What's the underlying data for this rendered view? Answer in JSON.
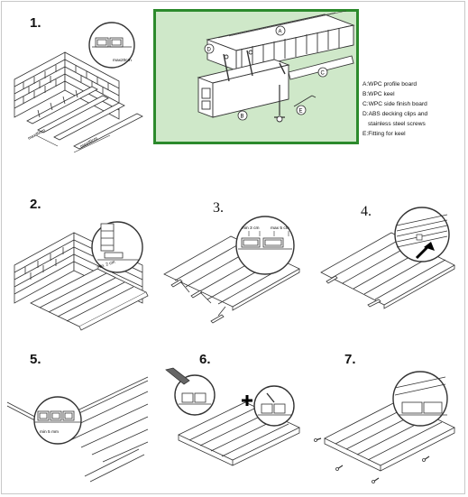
{
  "steps": [
    "1.",
    "2.",
    "3.",
    "4.",
    "5.",
    "6.",
    "7."
  ],
  "legend": [
    "A:WPC profile board",
    "B:WPC keel",
    "C:WPC side finish board",
    "D:ABS decking clips and",
    "stainless steel screws",
    "E:Fitting for keel"
  ],
  "callouts": {
    "a": "A",
    "b": "B",
    "c": "C",
    "d": "D",
    "e": "E"
  },
  "dimensions": {
    "max20cm": "max20cm",
    "max40cm_left": "max40cm",
    "max40cm_bottom": "max40cm",
    "min2cm_step2": "min. 2 cm",
    "min3cm": "min 3 cm",
    "max5cm": "max 5 cm",
    "min5mm": "min 5 mm"
  },
  "colors": {
    "detail_bg": "#cfe8c9",
    "detail_border": "#2c8a2c",
    "line": "#333333"
  }
}
